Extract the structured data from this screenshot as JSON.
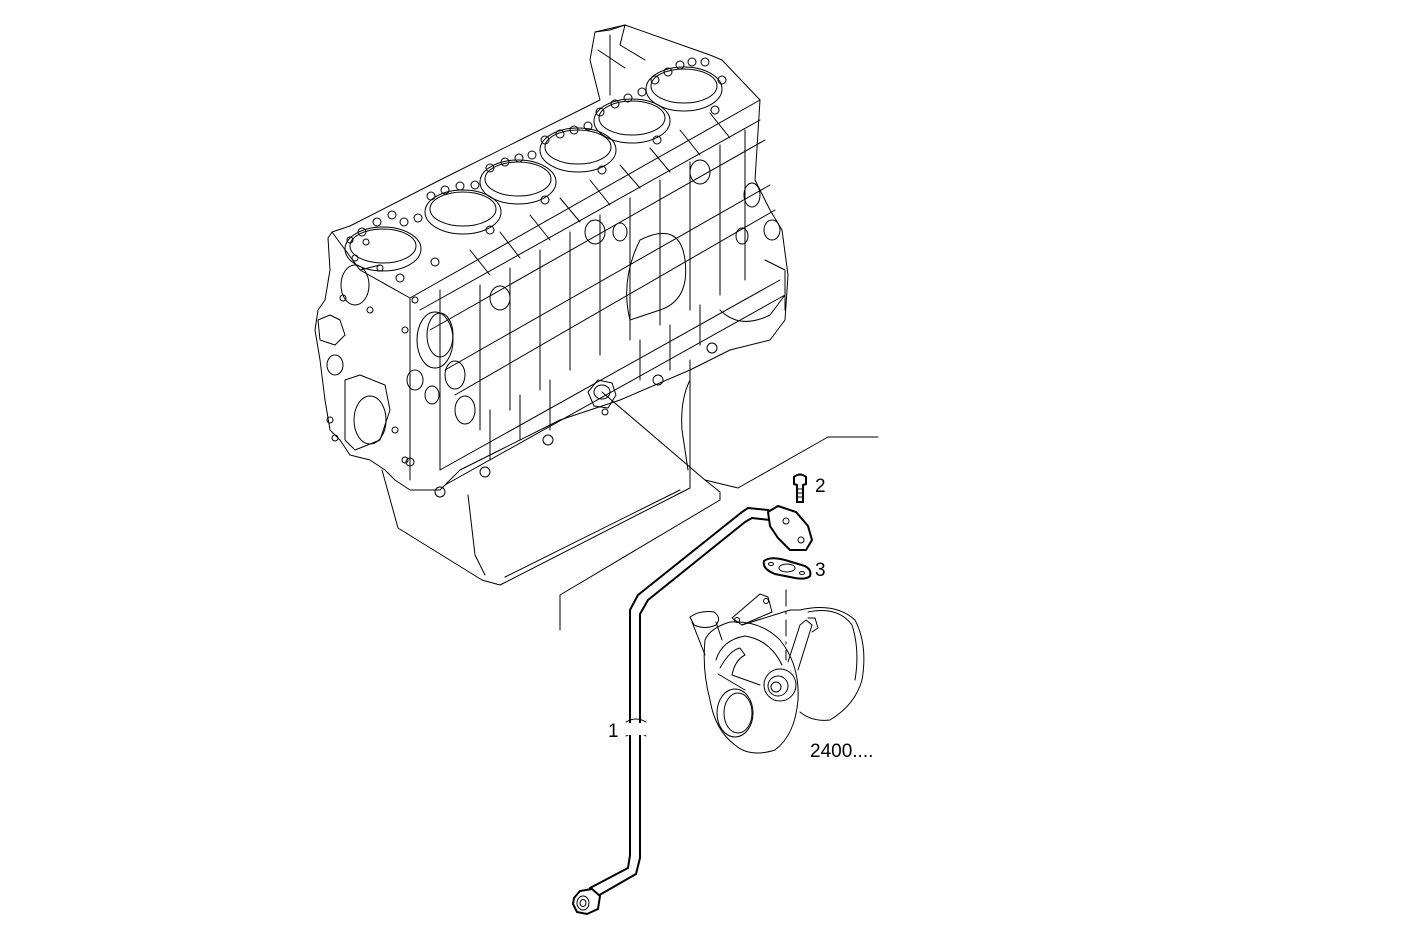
{
  "diagram": {
    "type": "exploded-parts-diagram",
    "background": "#ffffff",
    "line_color": "#000000",
    "assemblies": [
      {
        "name": "engine-block",
        "description": "6-cylinder engine crankcase / cylinder block"
      },
      {
        "name": "turbocharger",
        "description": "Turbocharger assembly",
        "reference": "2400...."
      }
    ],
    "callouts": [
      {
        "id": "1",
        "label": "1",
        "part": "oil return pipe"
      },
      {
        "id": "2",
        "label": "2",
        "part": "screw / bolt"
      },
      {
        "id": "3",
        "label": "3",
        "part": "gasket"
      },
      {
        "id": "ref",
        "label": "2400....",
        "part": "turbocharger reference group"
      }
    ]
  }
}
